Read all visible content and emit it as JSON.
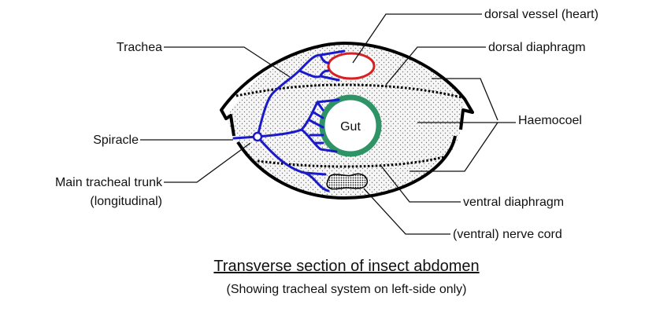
{
  "labels": {
    "heart": "dorsal vessel (heart)",
    "dorsal_diaphragm": "dorsal diaphragm",
    "haemocoel": "Haemocoel",
    "trachea": "Trachea",
    "spiracle": "Spiracle",
    "main_trunk": "Main tracheal trunk",
    "main_trunk_sub": "(longitudinal)",
    "ventral_diaphragm": "ventral diaphragm",
    "nerve_cord": "(ventral) nerve cord",
    "gut": "Gut"
  },
  "title": "Transverse section of insect abdomen",
  "subtitle": "(Showing tracheal system on left-side only)",
  "colors": {
    "trachea": "#1a1ac8",
    "heart": "#d82020",
    "gut": "#2e9466"
  }
}
